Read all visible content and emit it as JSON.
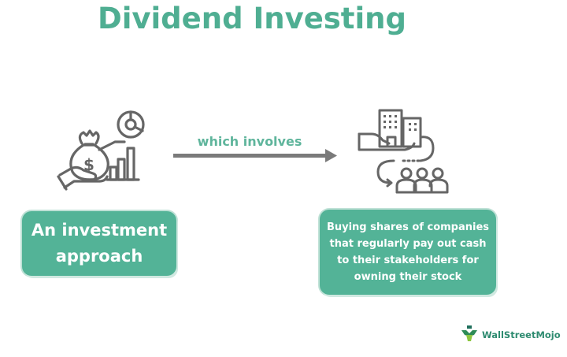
{
  "title": "Dividend Investing",
  "left": {
    "icon": "money-bag-hand-chart-icon",
    "box_lines": [
      "An investment",
      "approach"
    ]
  },
  "connector": {
    "label": "which involves",
    "icon": "arrow-right-icon"
  },
  "right": {
    "icon": "buildings-hand-people-icon",
    "box_lines": [
      "Buying shares of companies",
      "that regularly pay out cash",
      "to their stakeholders for",
      "owning their stock"
    ]
  },
  "brand": {
    "name": "WallStreetMojo",
    "icon": "wallstreetmojo-logo-icon"
  },
  "colors": {
    "accent": "#53b397",
    "title": "#4fae92",
    "icon_stroke": "#6b6b6b",
    "arrow": "#7a7a7a"
  }
}
